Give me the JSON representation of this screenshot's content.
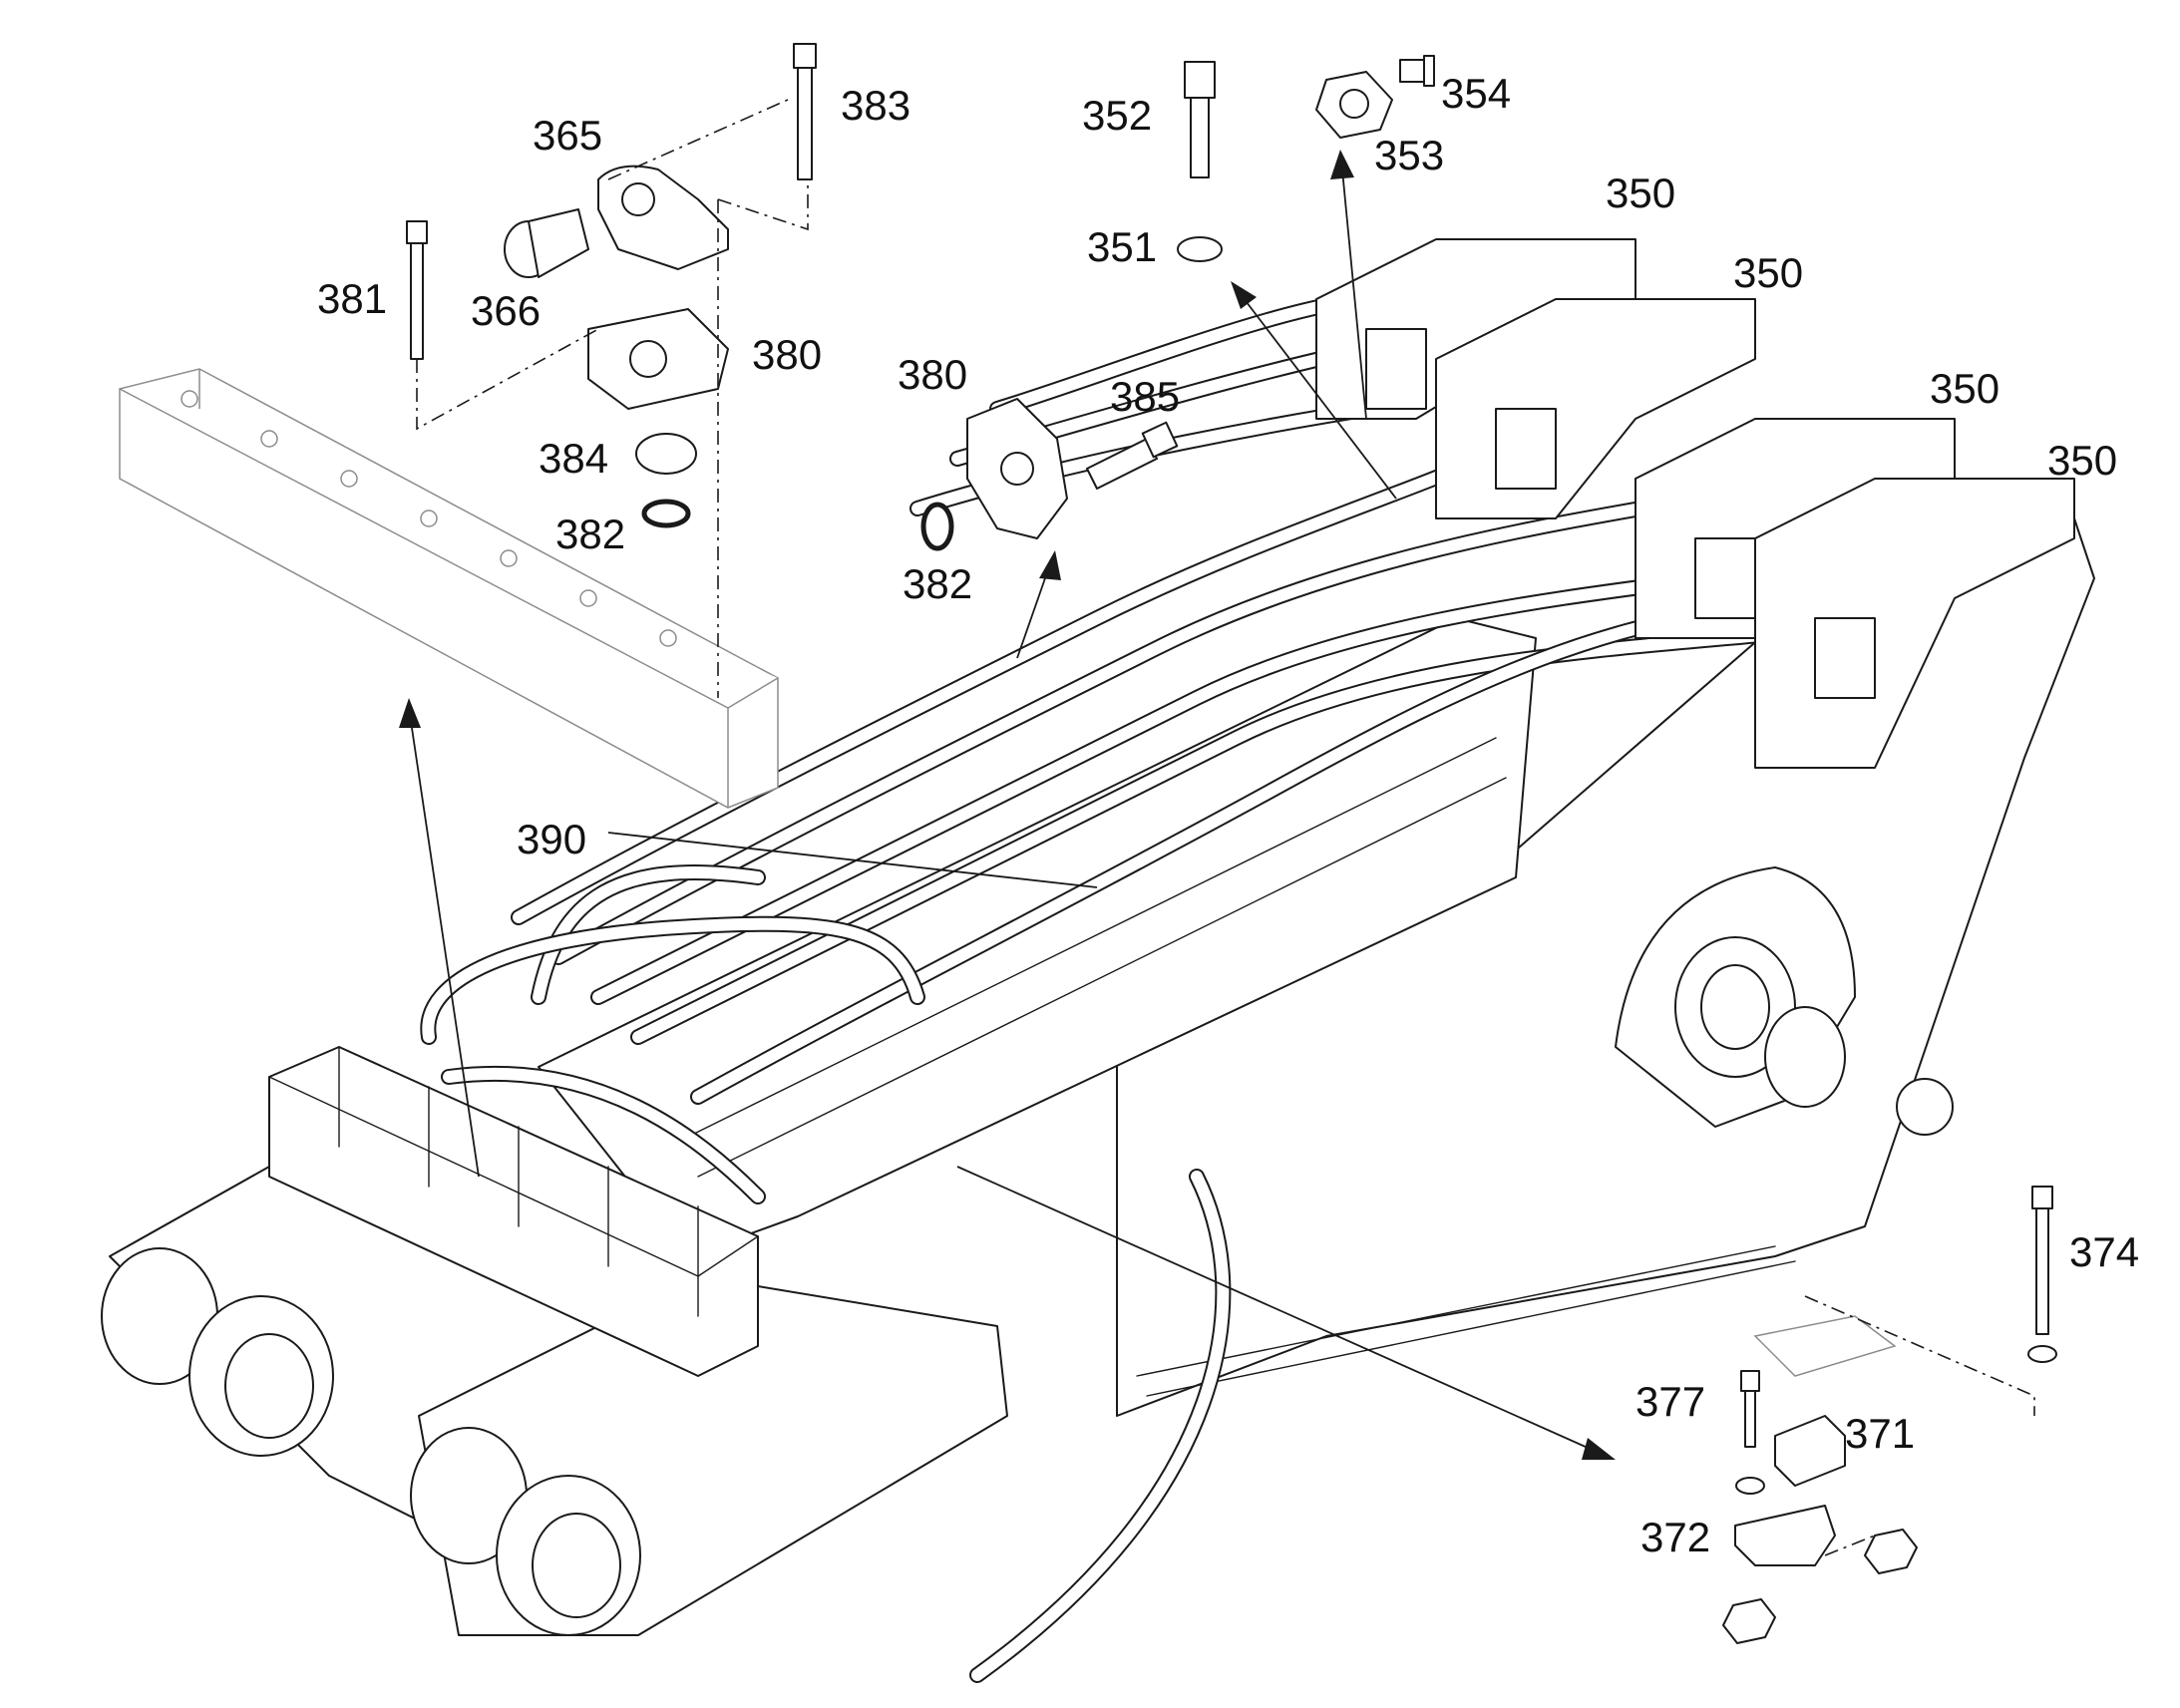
{
  "figure": {
    "callouts": [
      {
        "key": "c350a",
        "label": "350"
      },
      {
        "key": "c350b",
        "label": "350"
      },
      {
        "key": "c350c",
        "label": "350"
      },
      {
        "key": "c350d",
        "label": "350"
      },
      {
        "key": "c351",
        "label": "351"
      },
      {
        "key": "c352",
        "label": "352"
      },
      {
        "key": "c353",
        "label": "353"
      },
      {
        "key": "c354",
        "label": "354"
      },
      {
        "key": "c365",
        "label": "365"
      },
      {
        "key": "c366",
        "label": "366"
      },
      {
        "key": "c371",
        "label": "371"
      },
      {
        "key": "c372",
        "label": "372"
      },
      {
        "key": "c374",
        "label": "374"
      },
      {
        "key": "c377",
        "label": "377"
      },
      {
        "key": "c380a",
        "label": "380"
      },
      {
        "key": "c380b",
        "label": "380"
      },
      {
        "key": "c381",
        "label": "381"
      },
      {
        "key": "c382a",
        "label": "382"
      },
      {
        "key": "c382b",
        "label": "382"
      },
      {
        "key": "c383",
        "label": "383"
      },
      {
        "key": "c384",
        "label": "384"
      },
      {
        "key": "c385",
        "label": "385"
      },
      {
        "key": "c390",
        "label": "390"
      }
    ]
  }
}
